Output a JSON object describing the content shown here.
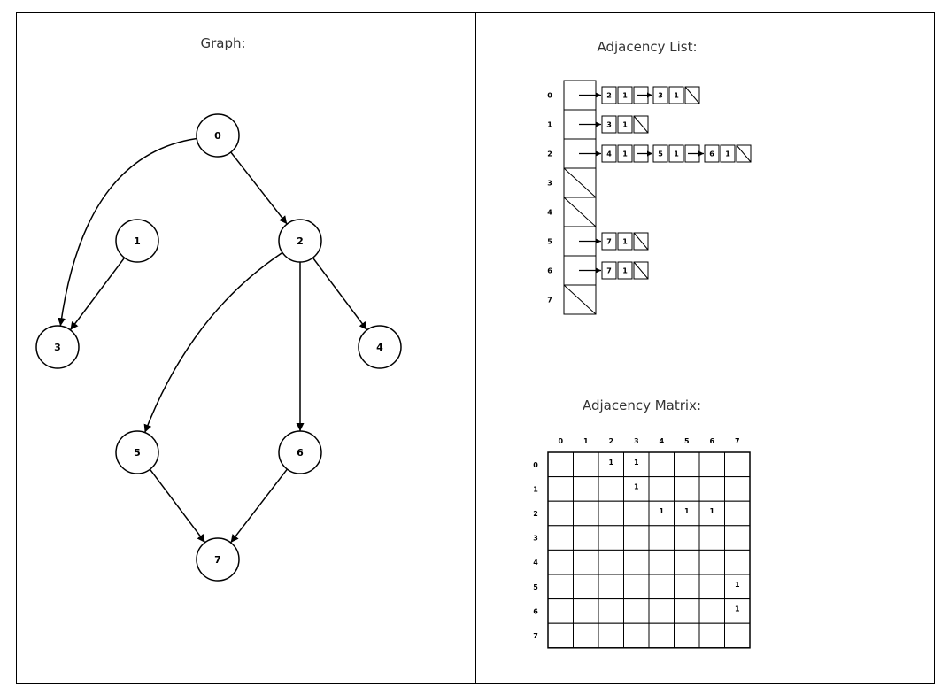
{
  "graph": {
    "title": "Graph:",
    "nodes": [
      {
        "id": "0",
        "label": "0"
      },
      {
        "id": "1",
        "label": "1"
      },
      {
        "id": "2",
        "label": "2"
      },
      {
        "id": "3",
        "label": "3"
      },
      {
        "id": "4",
        "label": "4"
      },
      {
        "id": "5",
        "label": "5"
      },
      {
        "id": "6",
        "label": "6"
      },
      {
        "id": "7",
        "label": "7"
      }
    ],
    "edges": [
      {
        "from": "0",
        "to": "2"
      },
      {
        "from": "0",
        "to": "3"
      },
      {
        "from": "1",
        "to": "3"
      },
      {
        "from": "2",
        "to": "4"
      },
      {
        "from": "2",
        "to": "5"
      },
      {
        "from": "2",
        "to": "6"
      },
      {
        "from": "5",
        "to": "7"
      },
      {
        "from": "6",
        "to": "7"
      }
    ]
  },
  "adjacency_list": {
    "title": "Adjacency List:",
    "rows": [
      {
        "vertex": "0",
        "entries": [
          {
            "node": "2",
            "weight": "1"
          },
          {
            "node": "3",
            "weight": "1"
          }
        ]
      },
      {
        "vertex": "1",
        "entries": [
          {
            "node": "3",
            "weight": "1"
          }
        ]
      },
      {
        "vertex": "2",
        "entries": [
          {
            "node": "4",
            "weight": "1"
          },
          {
            "node": "5",
            "weight": "1"
          },
          {
            "node": "6",
            "weight": "1"
          }
        ]
      },
      {
        "vertex": "3",
        "entries": []
      },
      {
        "vertex": "4",
        "entries": []
      },
      {
        "vertex": "5",
        "entries": [
          {
            "node": "7",
            "weight": "1"
          }
        ]
      },
      {
        "vertex": "6",
        "entries": [
          {
            "node": "7",
            "weight": "1"
          }
        ]
      },
      {
        "vertex": "7",
        "entries": []
      }
    ]
  },
  "adjacency_matrix": {
    "title": "Adjacency Matrix:",
    "col_labels": [
      "0",
      "1",
      "2",
      "3",
      "4",
      "5",
      "6",
      "7"
    ],
    "row_labels": [
      "0",
      "1",
      "2",
      "3",
      "4",
      "5",
      "6",
      "7"
    ],
    "cells": [
      [
        "",
        "",
        "1",
        "1",
        "",
        "",
        "",
        ""
      ],
      [
        "",
        "",
        "",
        "1",
        "",
        "",
        "",
        ""
      ],
      [
        "",
        "",
        "",
        "",
        "1",
        "1",
        "1",
        ""
      ],
      [
        "",
        "",
        "",
        "",
        "",
        "",
        "",
        ""
      ],
      [
        "",
        "",
        "",
        "",
        "",
        "",
        "",
        ""
      ],
      [
        "",
        "",
        "",
        "",
        "",
        "",
        "",
        "1"
      ],
      [
        "",
        "",
        "",
        "",
        "",
        "",
        "",
        "1"
      ],
      [
        "",
        "",
        "",
        "",
        "",
        "",
        "",
        ""
      ]
    ]
  }
}
